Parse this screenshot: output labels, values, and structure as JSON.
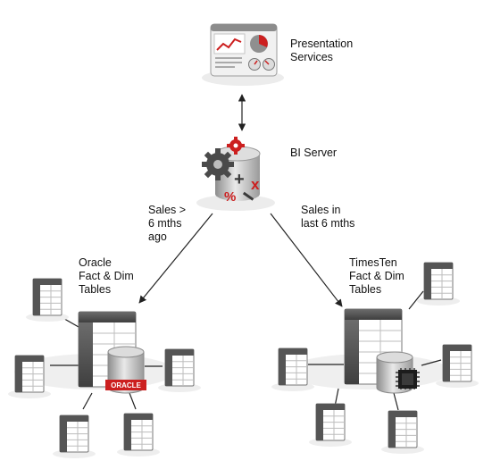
{
  "presentation": {
    "line1": "Presentation",
    "line2": "Services"
  },
  "bi_server": {
    "label": "BI Server"
  },
  "left_arrow_label": {
    "line1": "Sales >",
    "line2": "6 mths",
    "line3": "ago"
  },
  "right_arrow_label": {
    "line1": "Sales in",
    "line2": "last 6 mths"
  },
  "oracle_group": {
    "line1": "Oracle",
    "line2": "Fact & Dim",
    "line3": "Tables",
    "logo_text": "ORACLE"
  },
  "timesten_group": {
    "line1": "TimesTen",
    "line2": "Fact & Dim",
    "line3": "Tables"
  },
  "colors": {
    "accent_red": "#cc1f1f",
    "gray_dark": "#555555",
    "gray_mid": "#9a9a9a",
    "shadow": "#eeeeee"
  }
}
